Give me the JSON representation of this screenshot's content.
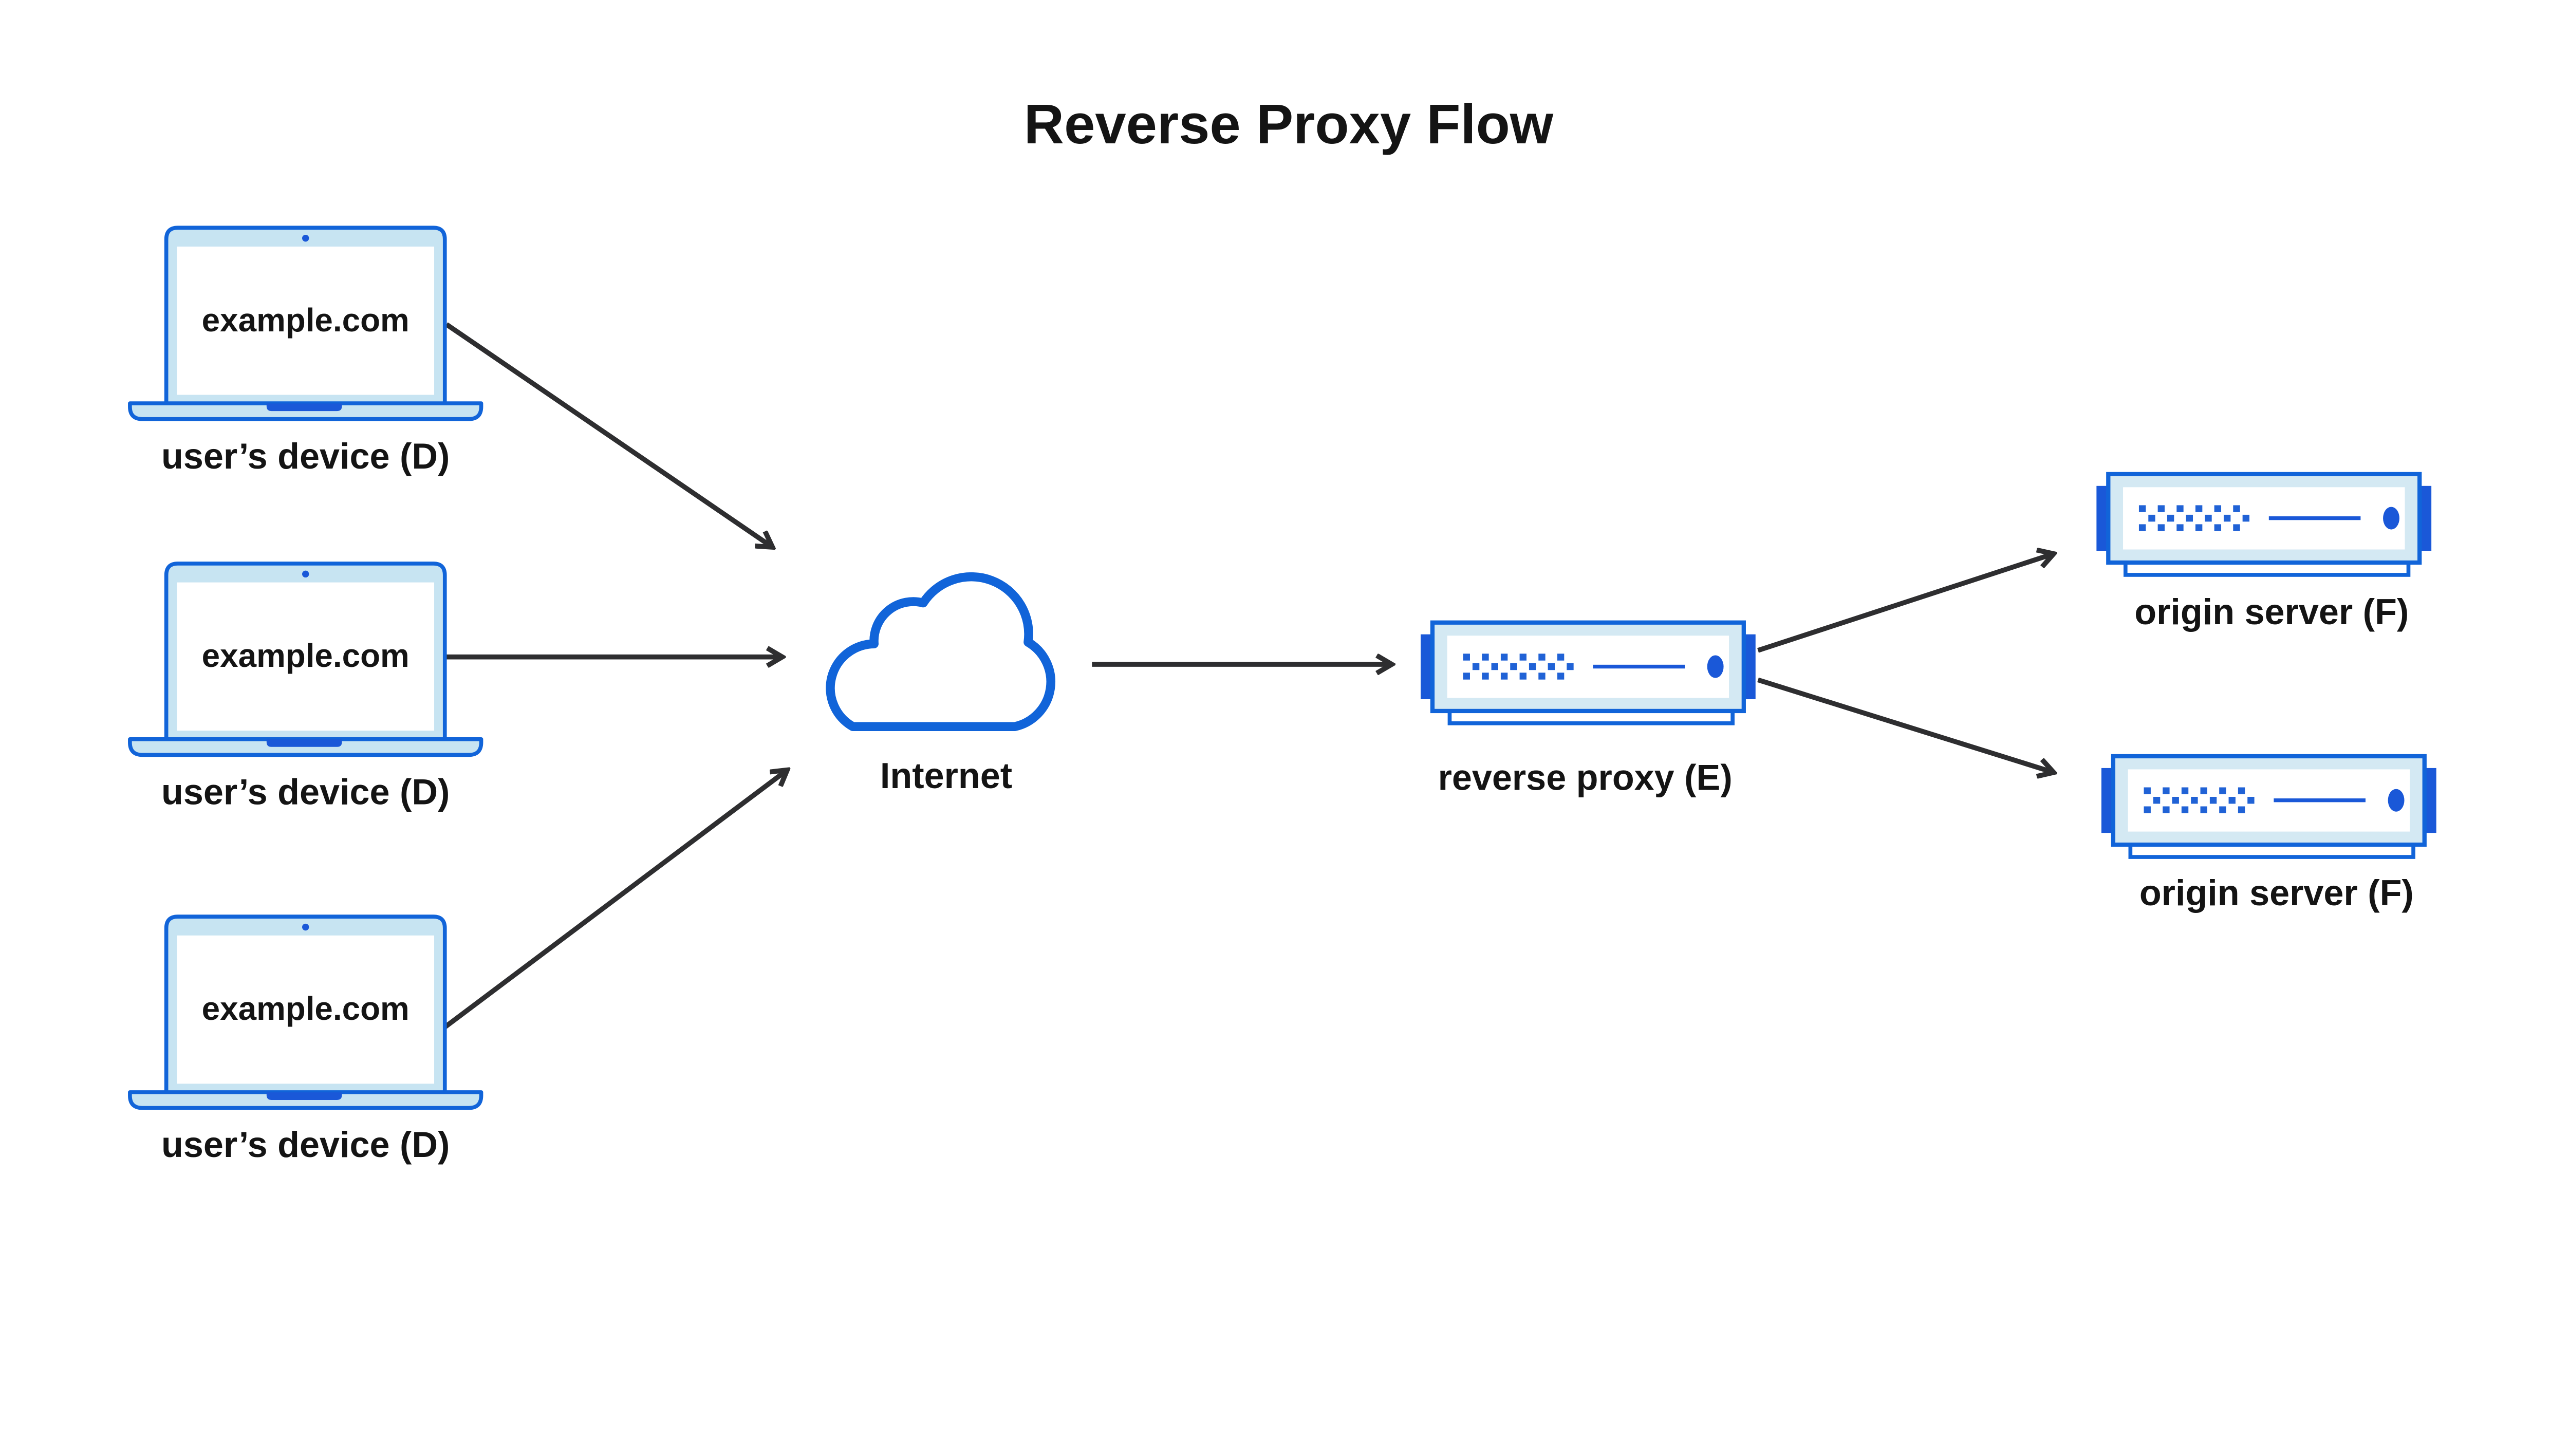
{
  "title": "Reverse Proxy Flow",
  "nodes": {
    "devices": [
      {
        "screen_text": "example.com",
        "label": "user’s device (D)"
      },
      {
        "screen_text": "example.com",
        "label": "user’s device (D)"
      },
      {
        "screen_text": "example.com",
        "label": "user’s device (D)"
      }
    ],
    "internet": {
      "label": "Internet"
    },
    "reverse_proxy": {
      "label": "reverse proxy (E)"
    },
    "origin_servers": [
      {
        "label": "origin server (F)"
      },
      {
        "label": "origin server (F)"
      }
    ]
  },
  "colors": {
    "strokeBlue": "#1164d9",
    "accentBlue": "#1a58d8",
    "dotBlue": "#2062d6",
    "laptopFill": "#c7e4f2",
    "serverFill": "#d4e9f3",
    "arrow": "#2e2e30",
    "text": "#141414",
    "background": "#ffffff"
  }
}
